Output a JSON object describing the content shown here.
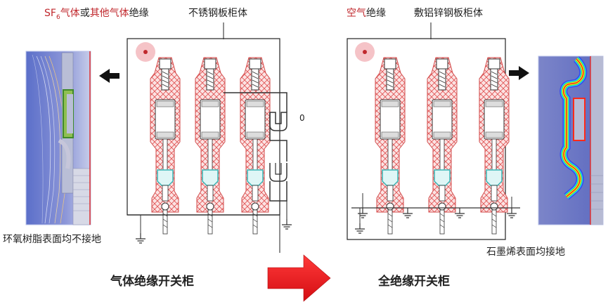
{
  "left_panel": {
    "label_sf6_prefix": "SF",
    "label_sf6_sub": "6",
    "label_gas": "气体",
    "label_or": "或",
    "label_other_gas": "其他气体",
    "label_insulation": "绝缘",
    "label_cabinet": "不锈钢板柜体",
    "caption_surface": "环氧树脂表面均不接地",
    "title": "气体绝缘开关柜",
    "zero_mark": "0"
  },
  "right_panel": {
    "label_air": "空气",
    "label_insulation": "绝缘",
    "label_cabinet": "敷铝锌钢板柜体",
    "caption_surface": "石墨烯表面均接地",
    "title": "全绝缘开关柜"
  },
  "colors": {
    "accent_red": "#c0282d",
    "arrow_red": "#e8151b",
    "insulator_hatch": "#e05050",
    "insulator_fill": "#fbe3e3",
    "marker_pink": "#f3b9bd",
    "field_blue": "#6a7fd0"
  },
  "icons": [
    "left-arrow-icon",
    "right-arrow-icon",
    "transition-arrow-icon",
    "ground-icon"
  ]
}
